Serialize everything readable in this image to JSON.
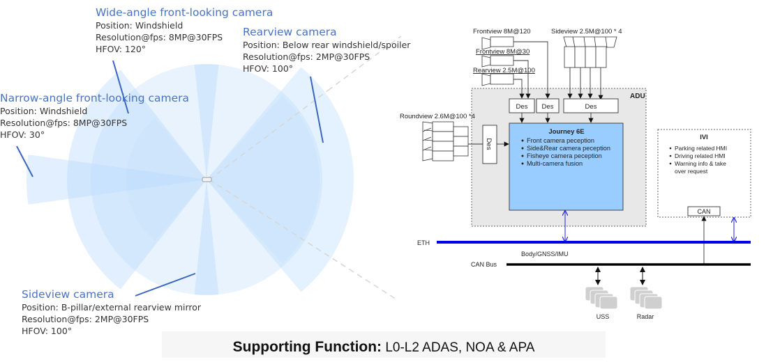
{
  "coverage": {
    "colors": {
      "fov_fill": "#bcdcfd",
      "leader_line": "#3a66c0",
      "dashed_line": "#d9d9d9",
      "title_text": "#4a72c4"
    },
    "cameras": [
      {
        "id": "wide-front",
        "title": "Wide-angle front-looking camera",
        "lines": [
          "Position: Windshield",
          "Resolution@fps: 8MP@30FPS",
          "HFOV: 120°"
        ]
      },
      {
        "id": "rear",
        "title": "Rearview camera",
        "lines": [
          "Position: Below rear windshield/spoiler",
          "Resolution@fps: 2MP@30FPS",
          "HFOV: 100°"
        ]
      },
      {
        "id": "narrow-front",
        "title": "Narrow-angle front-looking camera",
        "lines": [
          "Position: Windshield",
          "Resolution@fps: 8MP@30FPS",
          "HFOV: 30°"
        ]
      },
      {
        "id": "side",
        "title": "Sideview camera",
        "lines": [
          "Position: B-pillar/external rearview mirror",
          "Resolution@fps: 2MP@30FPS",
          "HFOV: 100°"
        ]
      }
    ]
  },
  "architecture": {
    "colors": {
      "soc_fill": "#99ccff",
      "adu_fill": "#e8e8e8",
      "eth_bus": "#0000ee",
      "can_bus": "#000000",
      "sensor_gray": "#cfcfcf"
    },
    "cameras": {
      "frontview_120": "Frontview 8M@120",
      "frontview_30": "Frontview 8M@30",
      "rearview": "Rearview 2.5M@100",
      "sideview": "Sideview 2.5M@100 * 4",
      "roundview": "Roundview 2.6M@100 *4"
    },
    "des_label": "Des",
    "adu_label": "ADU",
    "soc": {
      "title": "Journey 6E",
      "bullets": [
        "Front camera peception",
        "Side&Rear camera peception",
        "Fisheye camera peception",
        "Multi-camera fusion"
      ]
    },
    "ivi": {
      "title": "IVI",
      "bullets": [
        "Parking related HMI",
        "Driving related HMI",
        "Warning info & take",
        "over request"
      ],
      "can_label": "CAN"
    },
    "buses": {
      "eth": "ETH",
      "can": "CAN Bus",
      "body": "Body/GNSS/IMU"
    },
    "sensors": {
      "uss": "USS",
      "radar": "Radar"
    }
  },
  "footer": {
    "bold": "Supporting Function:",
    "rest": " L0-L2 ADAS, NOA & APA"
  }
}
